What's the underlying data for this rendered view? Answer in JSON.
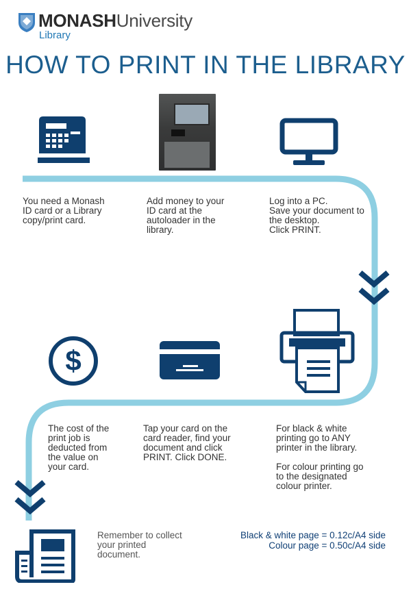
{
  "header": {
    "brand_bold": "MONASH",
    "brand_light": "University",
    "sub": "Library",
    "title": "HOW TO PRINT IN THE LIBRARY"
  },
  "steps": {
    "card": "You need a Monash\nID card or a Library\ncopy/print card.",
    "money": "Add money to your\nID card at the\nautoloader in the\nlibrary.",
    "login": "Log into a PC.\nSave your document to\nthe desktop.\nClick PRINT.",
    "printer_bw": "For black & white\nprinting go to ANY\nprinter in the library.",
    "printer_colour": "For colour printing go\nto the designated\ncolour printer.",
    "tap": "Tap your card on the\ncard reader, find your\ndocument and click\nPRINT. Click DONE.",
    "cost": "The cost of the\nprint job is\ndeducted from\nthe value on\nyour card."
  },
  "footer": {
    "reminder": "Remember to collect\nyour printed\ndocument.",
    "price_bw": "Black & white page = 0.12c/A4 side",
    "price_colour": "Colour page = 0.50c/A4 side"
  },
  "colors": {
    "navy": "#0f3f6e",
    "flow": "#8ecfe2",
    "title": "#1c5e8e",
    "shield": "#3a7fc1"
  },
  "icons": [
    "monash-shield-icon",
    "card-terminal-icon",
    "monitor-icon",
    "printer-icon",
    "card-reader-icon",
    "dollar-icon",
    "document-icon",
    "chevron-down-icon"
  ]
}
